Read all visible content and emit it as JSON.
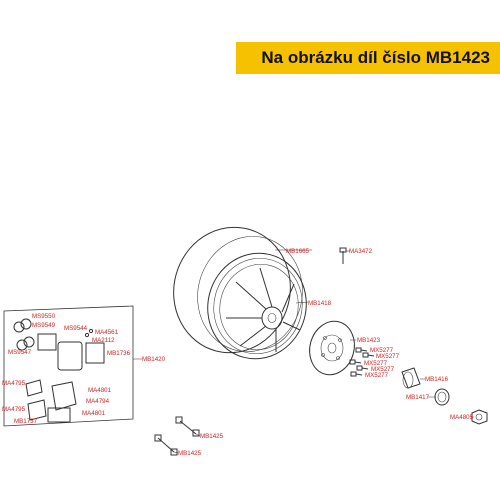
{
  "banner": {
    "text": "Na obrázku díl číslo MB1423",
    "color": "#f6c100"
  },
  "labels": {
    "mb1665": "MB1665",
    "ma3472": "MA3472",
    "mb1418": "MB1418",
    "mb1423": "MB1423",
    "mx5277a": "MX5277",
    "mx5277b": "MX5277",
    "mx5277c": "MX5277",
    "mx5277d": "MX5277",
    "mx5277e": "MX5277",
    "mb1416": "MB1416",
    "mb1417": "MB1417",
    "ma4805": "MA4805",
    "mb1425a": "MB1425",
    "mb1425b": "MB1425",
    "mb1420": "MB1420",
    "ms9550": "MS9550",
    "ms9549": "MS9549",
    "ms9544": "MS9544",
    "ma4561": "MA4561",
    "ma2112": "MA2112",
    "ms9547": "MS9547",
    "mb1736": "MB1736",
    "ma4795a": "MA4795",
    "ma4801a": "MA4801",
    "ma4794": "MA4794",
    "ma4795b": "MA4795",
    "ma4801b": "MA4801",
    "mb1737": "MB1737"
  }
}
